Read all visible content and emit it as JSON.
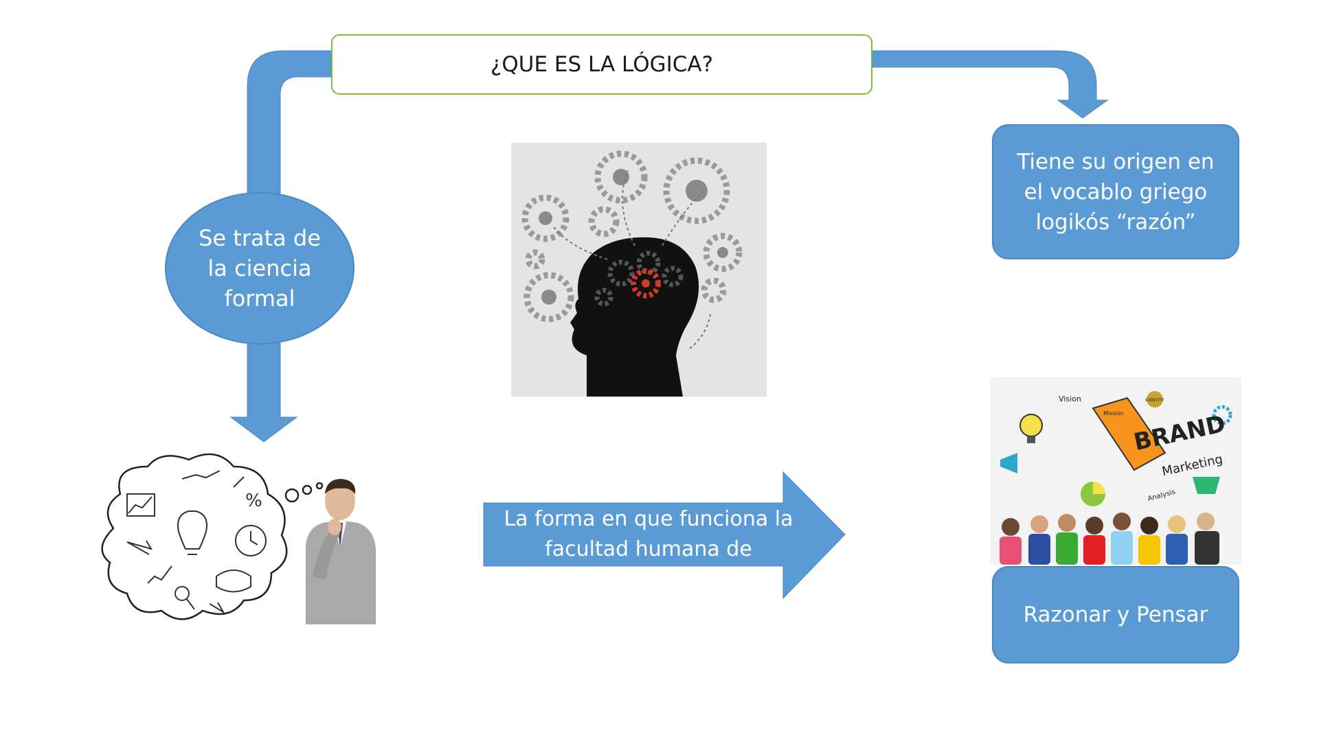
{
  "title": "¿QUE ES LA LÓGICA?",
  "nodes": {
    "ciencia": "Se trata de la ciencia formal",
    "origen": "Tiene su origen en el vocablo griego logikós “razón”",
    "funciona": "La forma en que funciona la facultad humana de",
    "razonar": "Razonar y Pensar"
  },
  "images": {
    "thinking_man": "thinking-man-with-ideas-cloud",
    "brain_gears": "head-silhouette-with-gears",
    "brand": "brand-marketing-people-collage"
  },
  "brand_panel": {
    "brand": "BRAND",
    "marketing": "Marketing",
    "vision": "Vision",
    "mission": "Mission",
    "analysis": "Analysis",
    "identity": "IDENTITY"
  },
  "colors": {
    "shape_fill": "#5b9bd5",
    "title_border": "#7bbf3a"
  }
}
